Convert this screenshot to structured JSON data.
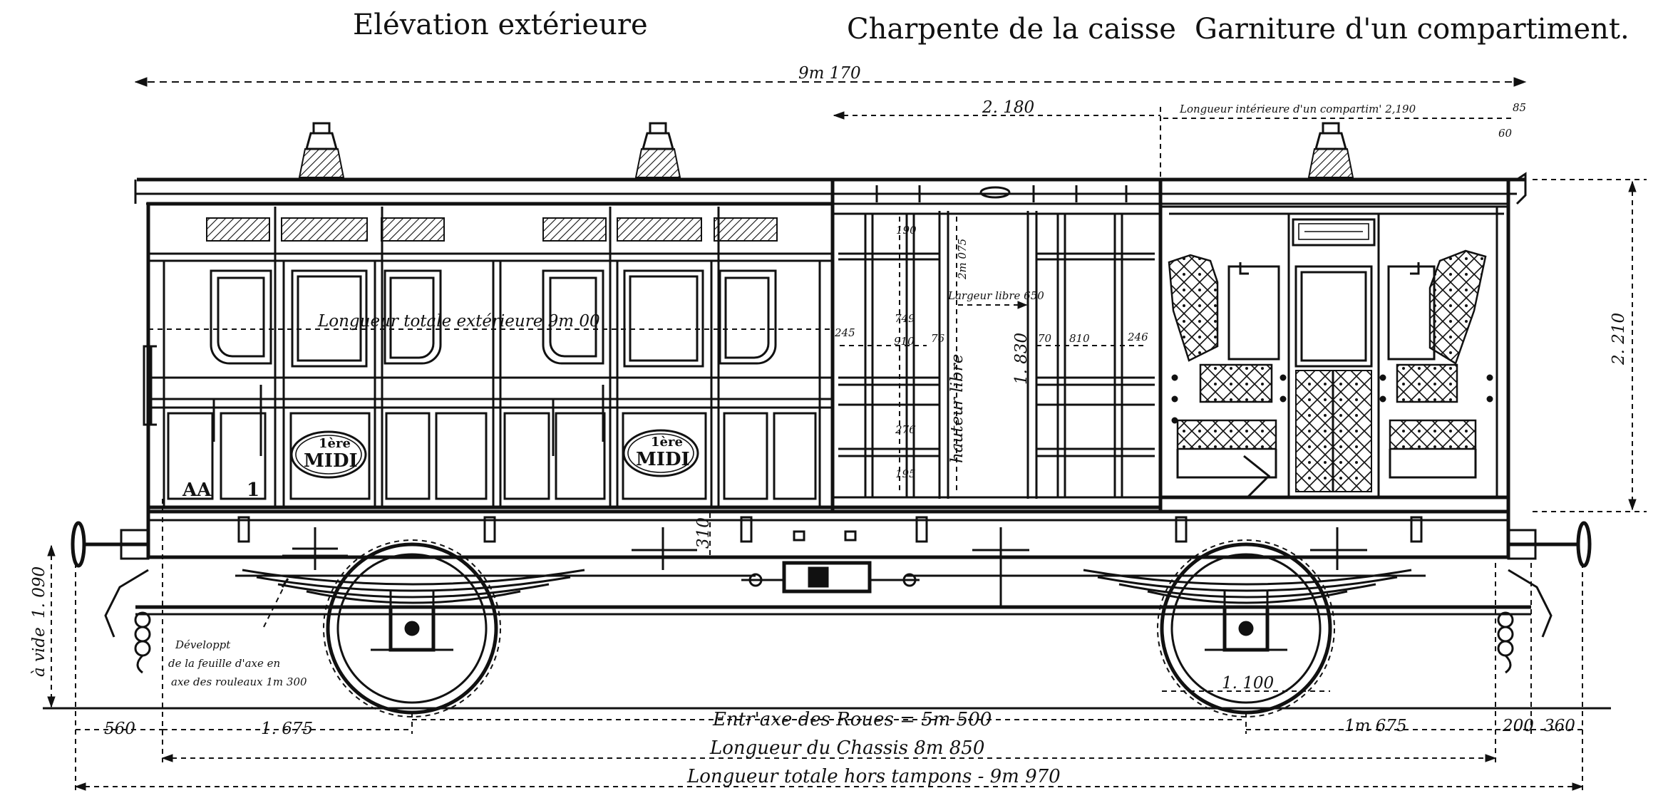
{
  "headings": {
    "elevation": "Elévation extérieure",
    "frame": "Charpente de la caisse",
    "compartment": "Garniture d'un compartiment."
  },
  "dimensions": {
    "overall_top": "9m 170",
    "left_bay": "2. 180",
    "interior_length": "Longueur intérieure d'un compartim' 2,190",
    "right_85": "85",
    "right_60": "60",
    "body_height": "2. 210",
    "exterior_length": "Longueur totale extérieure 9m 00",
    "free_width": "Largeur libre 650",
    "door_height_top": "2m 075",
    "interior_height": "hauteur libre",
    "interior_height_value": "1. 830",
    "d_190": "190",
    "d_749": "749",
    "d_910": "910",
    "d_245": "245",
    "d_76": "76",
    "d_276": "276",
    "d_195": "195",
    "d_70": "70",
    "d_810": "810",
    "d_246": "246",
    "d_310": "310",
    "empty_height_label": "à vide",
    "empty_height_value": "1. 090",
    "development_note_1": "Développt",
    "development_note_2": "de la feuille d'axe en",
    "development_note_3": "axe des rouleaux 1m 300",
    "wheel_diameter": "1. 100",
    "wheelbase": "Entr'axe des Roues = 5m 500",
    "frame_length": "Longueur du Chassis 8m 850",
    "total_length": "Longueur totale hors tampons - 9m 970",
    "left_overhang": "560",
    "left_axle": "1. 675",
    "right_axle": "1m 675",
    "right_200": "200",
    "right_360": "360"
  },
  "markings": {
    "class_left_top": "1ère",
    "class_left_bottom": "MIDI",
    "class_right_top": "1ère",
    "class_right_bottom": "MIDI",
    "series": "AA",
    "number": "1"
  }
}
